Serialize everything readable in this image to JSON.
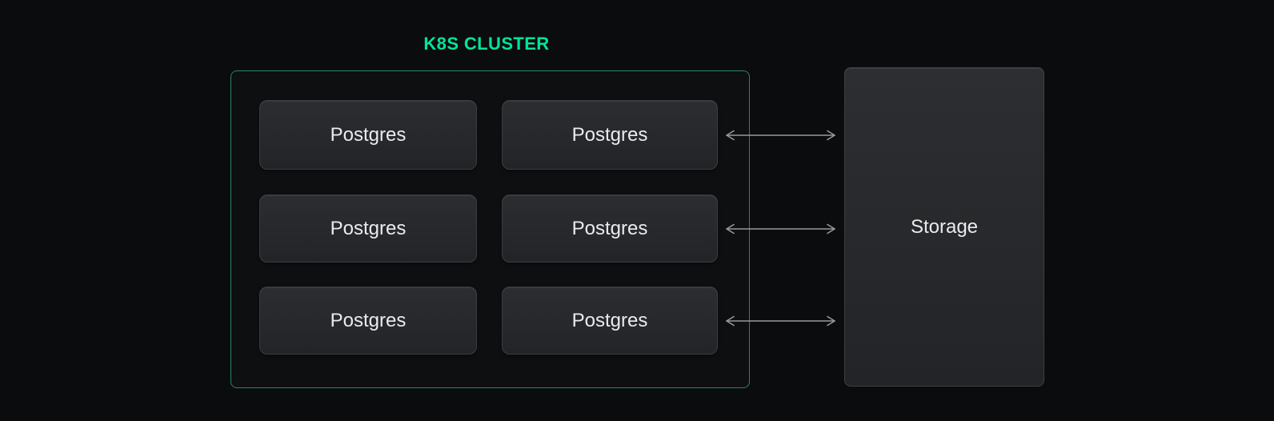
{
  "cluster": {
    "title": "K8S CLUSTER",
    "nodes": [
      {
        "label": "Postgres"
      },
      {
        "label": "Postgres"
      },
      {
        "label": "Postgres"
      },
      {
        "label": "Postgres"
      },
      {
        "label": "Postgres"
      },
      {
        "label": "Postgres"
      }
    ]
  },
  "storage": {
    "label": "Storage"
  },
  "arrows": {
    "count": 3,
    "style": "double-headed",
    "meaning": "bidirectional link between Postgres nodes and Storage"
  },
  "colors": {
    "background": "#0b0c0d",
    "accent_green": "#00e599",
    "cluster_border": "#2b8466",
    "node_background_top": "#2c2d31",
    "node_background_bottom": "#232428",
    "node_border": "#3a3c40",
    "text": "#e9ebec",
    "arrow": "#97999d"
  }
}
